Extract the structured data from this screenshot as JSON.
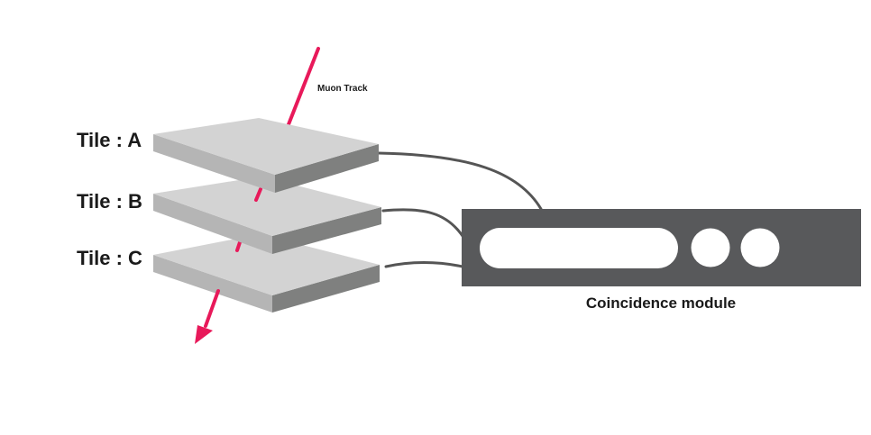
{
  "labels": {
    "muon_track": "Muon Track",
    "coincidence_module": "Coincidence module"
  },
  "tiles": [
    {
      "label": "Tile : A"
    },
    {
      "label": "Tile : B"
    },
    {
      "label": "Tile : C"
    }
  ],
  "colors": {
    "track": "#e8195a",
    "tile_top": "#d3d3d3",
    "tile_side_left": "#b5b5b5",
    "tile_side_right": "#7f807f",
    "module_body": "#58595b",
    "module_slot": "#ffffff",
    "cable": "#555555"
  },
  "icons": {
    "arrowhead": "track-arrowhead-icon"
  }
}
